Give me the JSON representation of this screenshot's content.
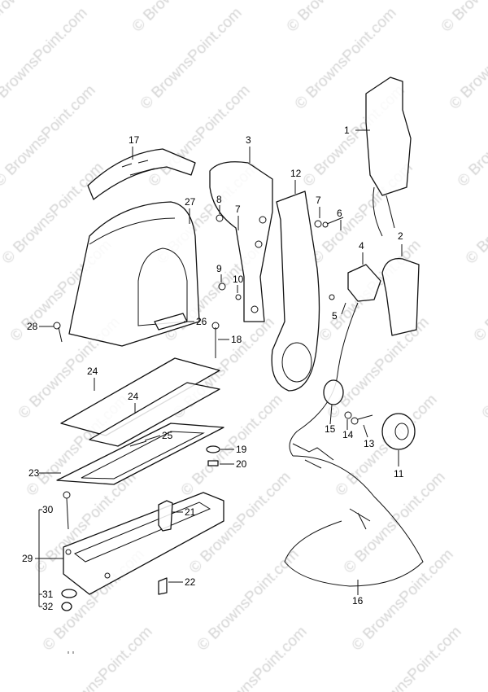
{
  "watermark": "© BrownsPoint.com",
  "diagram": {
    "callouts": [
      "1",
      "2",
      "3",
      "4",
      "5",
      "6",
      "7",
      "7",
      "8",
      "9",
      "10",
      "11",
      "12",
      "13",
      "14",
      "15",
      "16",
      "17",
      "18",
      "19",
      "20",
      "21",
      "22",
      "23",
      "24",
      "24",
      "25",
      "26",
      "27",
      "28",
      "29",
      "30",
      "31",
      "32"
    ]
  }
}
